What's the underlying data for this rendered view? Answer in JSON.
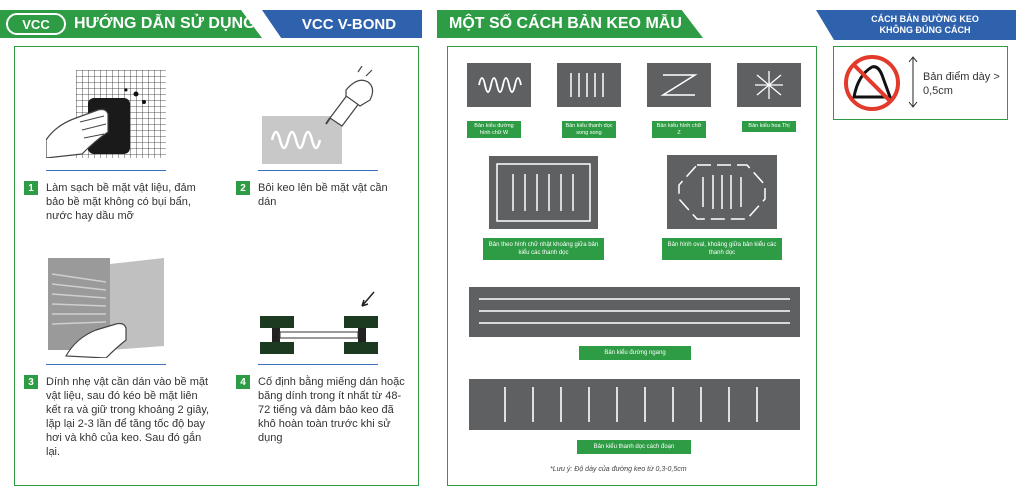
{
  "header": {
    "logo_text": "VCC",
    "guide_title": "HƯỚNG DẪN SỬ DỤNG",
    "product_title": "VCC V-BOND",
    "patterns_title": "MỘT SỐ CÁCH BẢN KEO MẪU",
    "wrong_title": "CÁCH BẢN ĐƯỜNG KEO KHÔNG ĐÚNG CÁCH"
  },
  "steps": [
    {
      "num": "1",
      "text": "Làm sạch bề mặt vật liệu, đảm bảo bề mặt không có bụi bẩn, nước hay dầu mỡ"
    },
    {
      "num": "2",
      "text": "Bôi keo lên bề mặt vật cần dán"
    },
    {
      "num": "3",
      "text": "Dính nhẹ vật cần dán vào bề mặt vật liệu, sau đó kéo bề mặt liên kết ra và giữ trong khoảng 2 giây, lặp lại 2-3 lần để tăng tốc độ bay hơi và khô của keo. Sau đó gắn lại."
    },
    {
      "num": "4",
      "text": "Cố định bằng miếng dán hoặc băng dính trong ít nhất từ 48- 72 tiếng và đảm bảo keo đã khô hoàn toàn trước khi sử dụng"
    }
  ],
  "patterns": {
    "small": [
      {
        "label": "Bản kiểu đường hình chữ W"
      },
      {
        "label": "Bản kiểu thanh dọc song song"
      },
      {
        "label": "Bản kiểu hình chữ Z"
      },
      {
        "label": "Bản kiểu hoa Thị"
      }
    ],
    "rect_label": "Bản theo hình chữ nhật khoảng giữa bản kiểu các thanh dọc",
    "oval_label": "Bản hình oval, khoảng giữa bản kiểu các thanh dọc",
    "horizontal_label": "Bản kiểu đường ngang",
    "segmented_label": "Bản kiểu thanh dọc cách đoạn",
    "note": "*Lưu ý: Độ dày của đường keo từ 0,3-0,5cm"
  },
  "wrong": {
    "label": "Bản điểm dày > 0,5cm"
  },
  "colors": {
    "green": "#2e9c44",
    "blue": "#2f62ad",
    "gray": "#5f6062"
  }
}
